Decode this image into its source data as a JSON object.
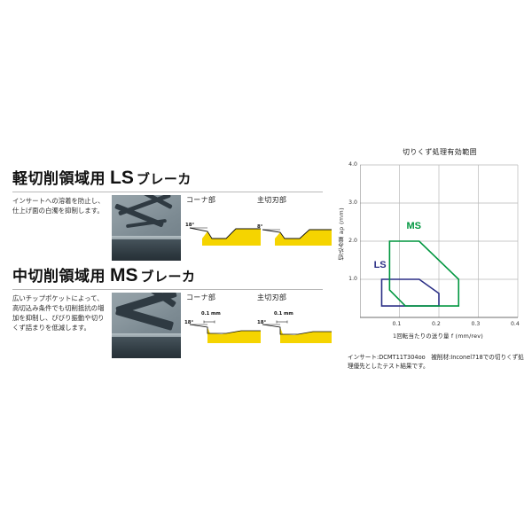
{
  "sections": [
    {
      "id": "ls",
      "prefix": "軽切削領域用",
      "tag": "LS",
      "suffix": "ブレーカ",
      "description": "インサートへの溶着を防止し、仕上げ面の白濁を抑制します。",
      "photo_alt": "LSブレーカ インサート写真",
      "cross_sections": [
        {
          "title": "コーナ部",
          "angle": "18°",
          "dim": ""
        },
        {
          "title": "主切刃部",
          "angle": "8°",
          "dim": ""
        }
      ]
    },
    {
      "id": "ms",
      "prefix": "中切削領域用",
      "tag": "MS",
      "suffix": "ブレーカ",
      "description": "広いチップポケットによって、高切込み条件でも切削抵抗の増加を抑制し、びびり振動や切りくず詰まりを低減します。",
      "photo_alt": "MSブレーカ インサート写真",
      "cross_sections": [
        {
          "title": "コーナ部",
          "angle": "18°",
          "dim": "0.1 mm"
        },
        {
          "title": "主切刃部",
          "angle": "18°",
          "dim": "0.1 mm"
        }
      ]
    }
  ],
  "chart_caption": "インサート:DCMT11T304oo　被削材:Inconel718での切りくず処理優先としたテスト結果です。",
  "colors": {
    "ls_line": "#2b2f86",
    "ms_line": "#00963f",
    "grid": "#b9b9b9",
    "axis": "#7a7a7a",
    "chip_yellow": "#f5d400"
  },
  "chart_data": {
    "type": "line",
    "title": "切りくず処理有効範囲",
    "xlabel": "1回転当たりの送り量 f (mm/rev)",
    "ylabel": "切込み量 ap (mm)",
    "xlim": [
      0.0,
      0.4
    ],
    "ylim": [
      0.0,
      4.0
    ],
    "xticks": [
      0.1,
      0.2,
      0.3,
      0.4
    ],
    "xticklabels": [
      "0.1",
      "0.2",
      "0.3",
      "0.4"
    ],
    "yticks": [
      1.0,
      2.0,
      3.0,
      4.0
    ],
    "yticklabels": [
      "1.0",
      "2.0",
      "3.0",
      "4.0"
    ],
    "grid": true,
    "legend_position": "inside",
    "series": [
      {
        "name": "LS",
        "color": "#2b2f86",
        "closed": true,
        "label_x": 0.035,
        "label_y": 1.3,
        "points": [
          {
            "x": 0.055,
            "y": 1.0
          },
          {
            "x": 0.15,
            "y": 1.0
          },
          {
            "x": 0.2,
            "y": 0.63
          },
          {
            "x": 0.2,
            "y": 0.3
          },
          {
            "x": 0.055,
            "y": 0.3
          }
        ]
      },
      {
        "name": "MS",
        "color": "#00963f",
        "closed": true,
        "label_x": 0.118,
        "label_y": 2.33,
        "points": [
          {
            "x": 0.075,
            "y": 2.0
          },
          {
            "x": 0.15,
            "y": 2.0
          },
          {
            "x": 0.25,
            "y": 1.0
          },
          {
            "x": 0.25,
            "y": 0.3
          },
          {
            "x": 0.115,
            "y": 0.3
          },
          {
            "x": 0.075,
            "y": 0.72
          }
        ]
      }
    ]
  }
}
